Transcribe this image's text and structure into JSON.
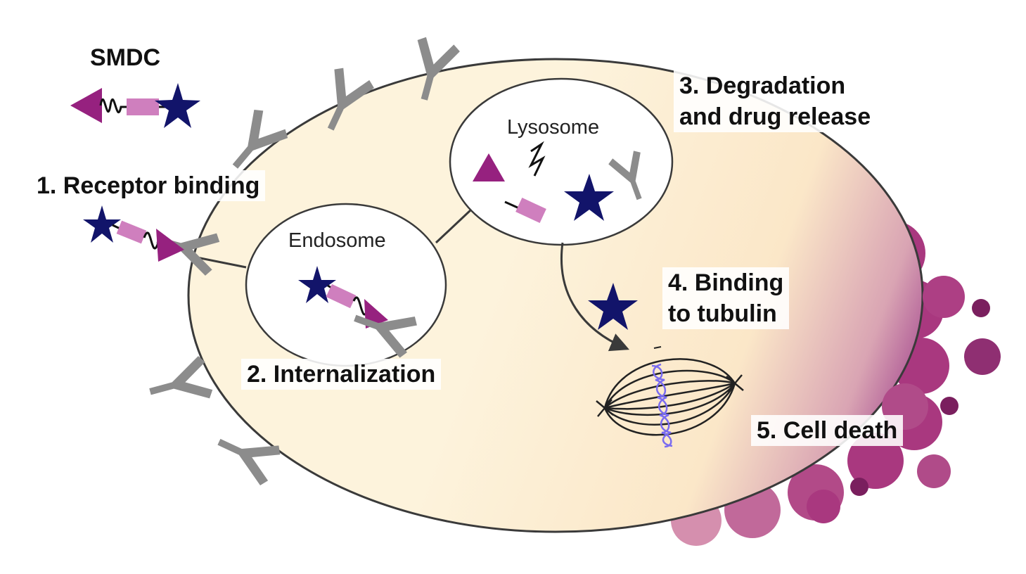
{
  "labels": {
    "smdc": "SMDC",
    "step1": "1. Receptor binding",
    "step2": "2. Internalization",
    "step3_line1": "3. Degradation",
    "step3_line2": "and drug release",
    "step4_line1": "4. Binding",
    "step4_line2": "to tubulin",
    "step5": "5. Cell death",
    "endosome": "Endosome",
    "lysosome": "Lysosome"
  },
  "colors": {
    "ligand": "#96217f",
    "linker_block": "#cf7fbe",
    "drug": "#12146a",
    "receptor": "#8c8c8c",
    "cell_fill": "#fdf3dc",
    "cell_death": "#8e2180",
    "vesicle_fill": "#ffffff",
    "tubulin": "#7a6cf0",
    "membrane": "#3a3a3a",
    "bleb": "#ad3f84",
    "bleb_dark": "#7a1f5e"
  }
}
